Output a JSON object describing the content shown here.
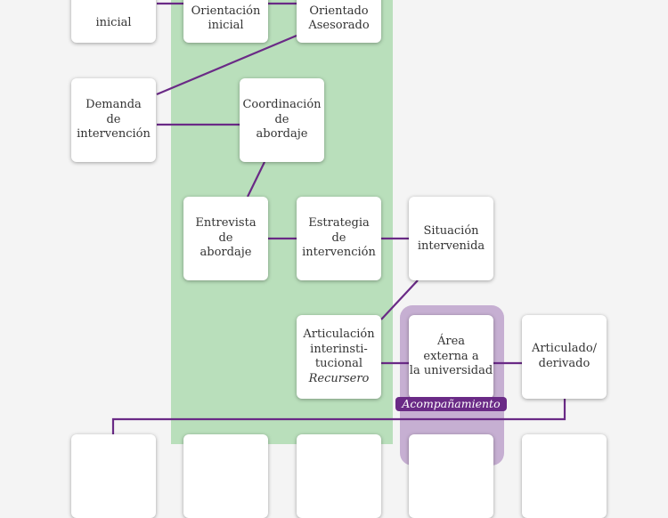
{
  "colors": {
    "line": "#6a2a86",
    "green_band": "#b9dfbb",
    "purple_band": "#c6afd2",
    "background": "#f4f4f4"
  },
  "nodes": {
    "demanda_inicial": [
      "inicial"
    ],
    "orientacion_inicial": [
      "Orientación",
      "inicial"
    ],
    "orientado_asesorado": [
      "Orientado",
      "Asesorado"
    ],
    "demanda_intervencion": [
      "Demanda",
      "de",
      "intervención"
    ],
    "coordinacion": [
      "Coordinación",
      "de",
      "abordaje"
    ],
    "entrevista": [
      "Entrevista",
      "de",
      "abordaje"
    ],
    "estrategia": [
      "Estrategia",
      "de",
      "intervención"
    ],
    "situacion": [
      "Situación",
      "intervenida"
    ],
    "articulacion": [
      "Articulación",
      "interinsti-",
      "tucional",
      "Recursero"
    ],
    "area_externa": [
      "Área",
      "externa a",
      "la universidad"
    ],
    "articulado": [
      "Articulado/",
      "derivado"
    ]
  },
  "tag_label": "Acompañamiento"
}
